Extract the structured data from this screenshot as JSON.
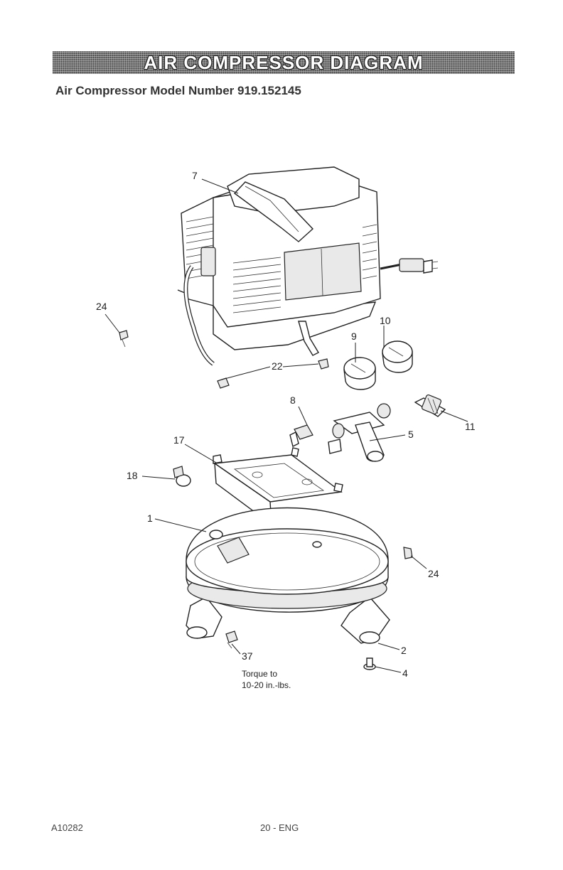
{
  "header": {
    "banner_title": "AIR COMPRESSOR DIAGRAM",
    "subtitle": "Air Compressor Model Number 919.152145"
  },
  "diagram": {
    "callouts": [
      {
        "id": "7",
        "label": "7"
      },
      {
        "id": "24a",
        "label": "24"
      },
      {
        "id": "10",
        "label": "10"
      },
      {
        "id": "9",
        "label": "9"
      },
      {
        "id": "22",
        "label": "22"
      },
      {
        "id": "8",
        "label": "8"
      },
      {
        "id": "11",
        "label": "11"
      },
      {
        "id": "5",
        "label": "5"
      },
      {
        "id": "17",
        "label": "17"
      },
      {
        "id": "18",
        "label": "18"
      },
      {
        "id": "1",
        "label": "1"
      },
      {
        "id": "24b",
        "label": "24"
      },
      {
        "id": "2",
        "label": "2"
      },
      {
        "id": "37",
        "label": "37"
      },
      {
        "id": "4",
        "label": "4"
      }
    ],
    "torque_note": [
      "Torque to",
      "10-20 in.-lbs."
    ]
  },
  "footer": {
    "code": "A10282",
    "page": "20 - ENG"
  }
}
